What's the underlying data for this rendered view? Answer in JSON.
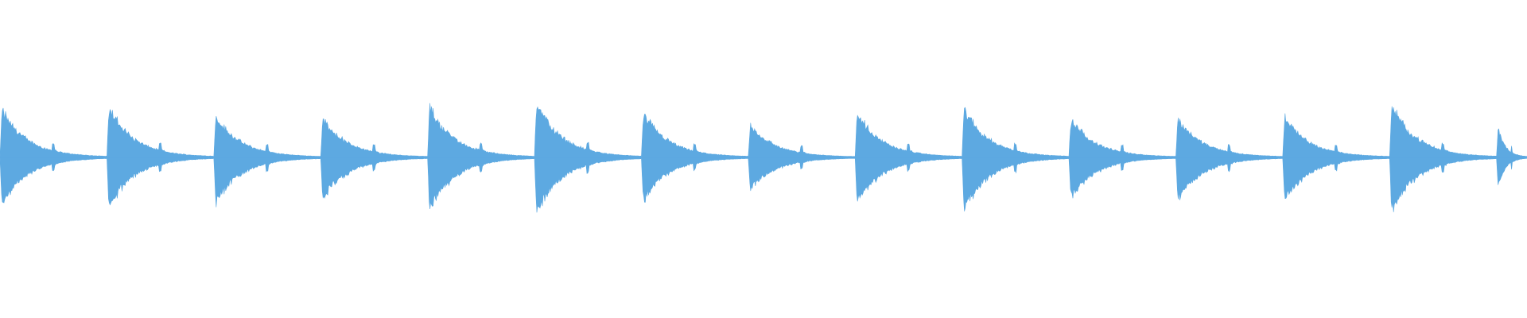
{
  "waveform": {
    "color": "#5DA9E1",
    "background": "#ffffff",
    "hits": [
      {
        "start_s": 0.0,
        "peak": 0.49,
        "floor": 0.48
      },
      {
        "start_s": 0.07,
        "peak": 0.51,
        "floor": 0.51
      },
      {
        "start_s": 0.14,
        "peak": 0.42,
        "floor": 0.46
      },
      {
        "start_s": 0.21,
        "peak": 0.4,
        "floor": 0.43
      },
      {
        "start_s": 0.28,
        "peak": 0.51,
        "floor": 0.54
      },
      {
        "start_s": 0.35,
        "peak": 0.56,
        "floor": 0.57
      },
      {
        "start_s": 0.42,
        "peak": 0.45,
        "floor": 0.43
      },
      {
        "start_s": 0.49,
        "peak": 0.33,
        "floor": 0.33
      },
      {
        "start_s": 0.56,
        "peak": 0.45,
        "floor": 0.46
      },
      {
        "start_s": 0.63,
        "peak": 0.5,
        "floor": 0.53
      },
      {
        "start_s": 0.7,
        "peak": 0.39,
        "floor": 0.41
      },
      {
        "start_s": 0.77,
        "peak": 0.4,
        "floor": 0.43
      },
      {
        "start_s": 0.84,
        "peak": 0.41,
        "floor": 0.43
      },
      {
        "start_s": 0.91,
        "peak": 0.53,
        "floor": 0.55
      },
      {
        "start_s": 0.98,
        "peak": 0.36,
        "floor": 0.35
      }
    ],
    "duration_s": 1.0
  }
}
